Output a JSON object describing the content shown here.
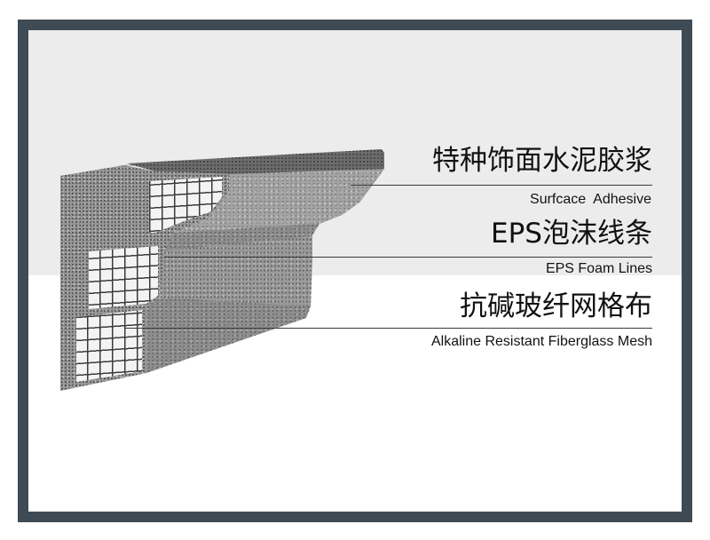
{
  "labels": [
    {
      "title": "特种饰面水泥胶浆",
      "subtitle": "Surfcace  Adhesive"
    },
    {
      "title": "EPS泡沫线条",
      "subtitle": "EPS Foam Lines"
    },
    {
      "title": "抗碱玻纤网格布",
      "subtitle": "Alkaline Resistant Fiberglass Mesh"
    }
  ],
  "colors": {
    "frame": "#3e4b55",
    "top_band": "#ececec",
    "coating": "#8d8d8d",
    "foam": "#f3f3f3",
    "mesh": "#3b3b3b"
  }
}
